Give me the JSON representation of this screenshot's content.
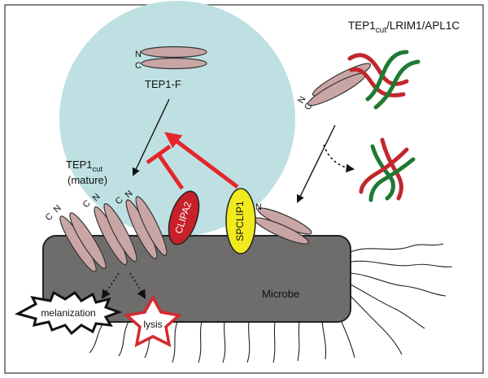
{
  "title": {
    "main": "TEP1",
    "sub": "cut",
    "rest": "/LRIM1/APL1C"
  },
  "labels": {
    "tep1f": "TEP1-F",
    "tep1cut_main": "TEP1",
    "tep1cut_sub": "cut",
    "mature": "(mature)",
    "clipa2": "CLIPA2",
    "spclip1": "SPCLIP1",
    "microbe": "Microbe",
    "melanization": "melanization",
    "lysis": "lysis",
    "n": "N",
    "c": "C"
  },
  "colors": {
    "circle": "#bfe0e3",
    "protein": "#c9a6a5",
    "microbe": "#6f6c6c",
    "clipa2": "#c8202a",
    "spclip1": "#f1ea1d",
    "inhibit": "#e4262c",
    "lrim_green": "#1e7a33",
    "lrim_red": "#c0282d"
  }
}
